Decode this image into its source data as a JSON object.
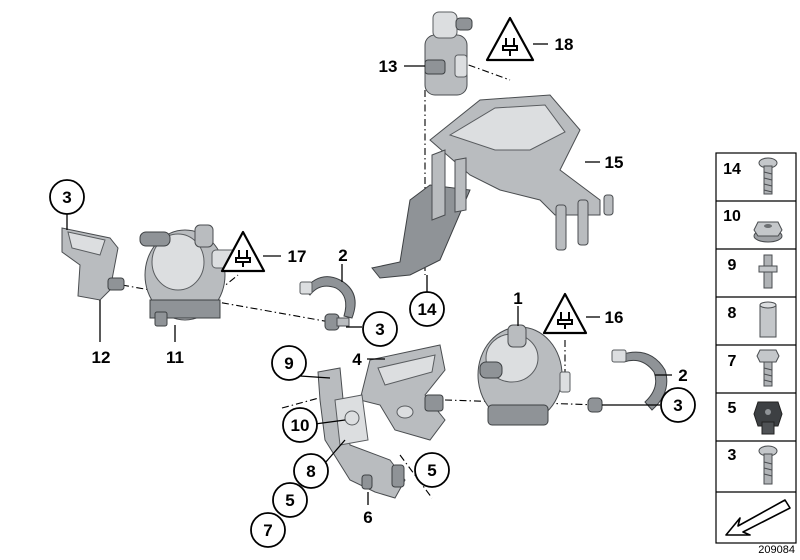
{
  "callouts": {
    "c1": "1",
    "c2a": "2",
    "c2b": "2",
    "c3a": "3",
    "c3b": "3",
    "c3c": "3",
    "c4": "4",
    "c5a": "5",
    "c5b": "5",
    "c6": "6",
    "c7": "7",
    "c8": "8",
    "c9": "9",
    "c10": "10",
    "c11": "11",
    "c12": "12",
    "c13": "13",
    "c14": "14",
    "c15": "15",
    "c16": "16",
    "c17": "17",
    "c18": "18"
  },
  "legend": {
    "items": [
      {
        "label": "14",
        "icon": "torx-screw-icon"
      },
      {
        "label": "10",
        "icon": "hex-collar-nut-icon"
      },
      {
        "label": "9",
        "icon": "stud-bolt-icon"
      },
      {
        "label": "8",
        "icon": "spacer-sleeve-icon"
      },
      {
        "label": "7",
        "icon": "hex-bolt-icon"
      },
      {
        "label": "5",
        "icon": "rubber-grommet-icon"
      },
      {
        "label": "3",
        "icon": "collar-screw-icon"
      }
    ],
    "footer_icon": "arrow-indicator-icon"
  },
  "figure_number": "209084",
  "colors": {
    "part_gray": "#b9bcbf",
    "outline": "#4a4d50",
    "ink": "#000000"
  }
}
